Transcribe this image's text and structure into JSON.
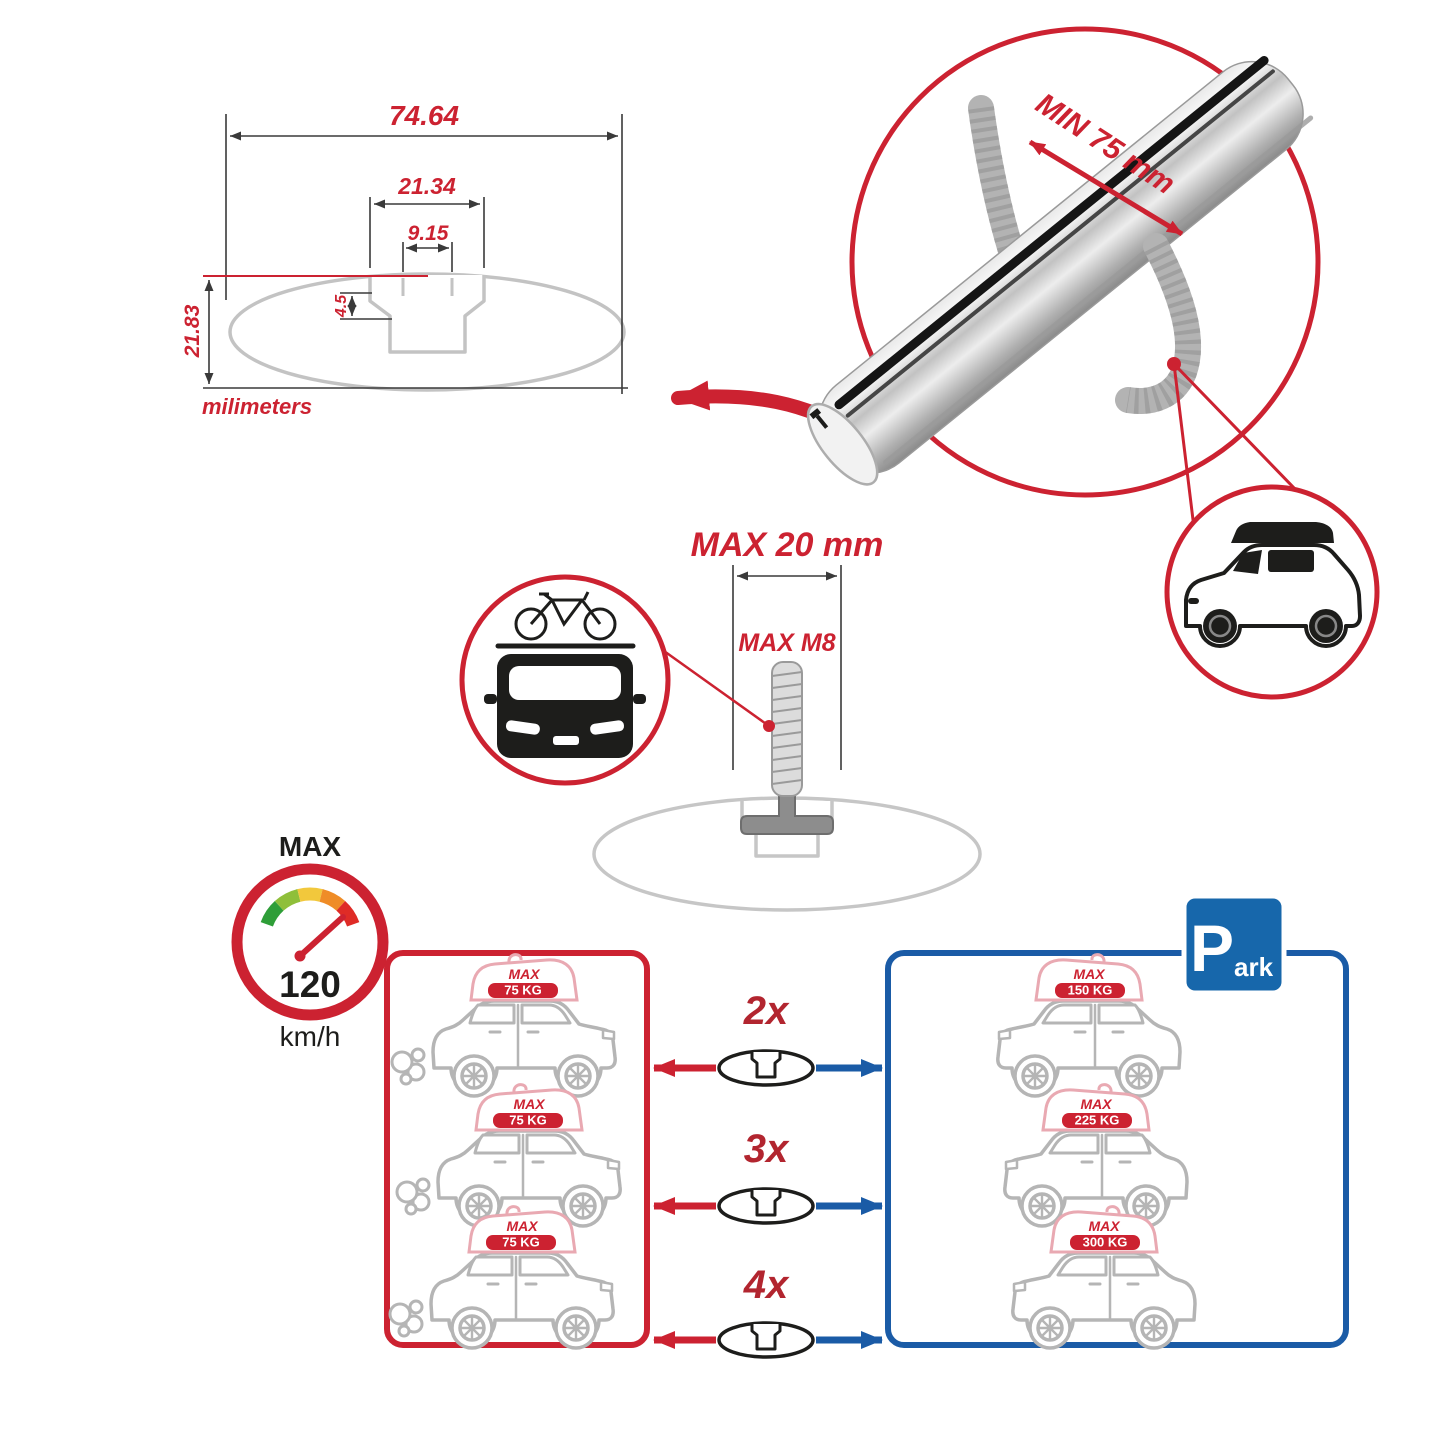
{
  "colors": {
    "red": "#cc2231",
    "blue": "#1a5ba6",
    "gray_outline": "#c3c3c3",
    "dark": "#1d1d1b"
  },
  "profile_diagram": {
    "dim_total_width": "74.64",
    "dim_opening_width": "21.34",
    "dim_slot_width": "9.15",
    "dim_recess_depth": "4.5",
    "dim_total_height": "21.83",
    "units_label": "milimeters"
  },
  "bar_detail": {
    "clamp_min_label": "MIN 75 mm"
  },
  "bolt_detail": {
    "max_width_label": "MAX 20 mm",
    "max_thread_label": "MAX M8"
  },
  "speed_limit": {
    "label": "MAX",
    "value": "120",
    "unit": "km/h"
  },
  "left_panel": {
    "cars": [
      {
        "max_label": "MAX",
        "load_label": "75 KG"
      },
      {
        "max_label": "MAX",
        "load_label": "75 KG"
      },
      {
        "max_label": "MAX",
        "load_label": "75 KG"
      }
    ]
  },
  "multipliers": [
    "2x",
    "3x",
    "4x"
  ],
  "right_panel": {
    "park_sign": {
      "p": "P",
      "rest": "ark"
    },
    "cars": [
      {
        "max_label": "MAX",
        "load_label": "150 KG"
      },
      {
        "max_label": "MAX",
        "load_label": "225 KG"
      },
      {
        "max_label": "MAX",
        "load_label": "300 KG"
      }
    ]
  }
}
